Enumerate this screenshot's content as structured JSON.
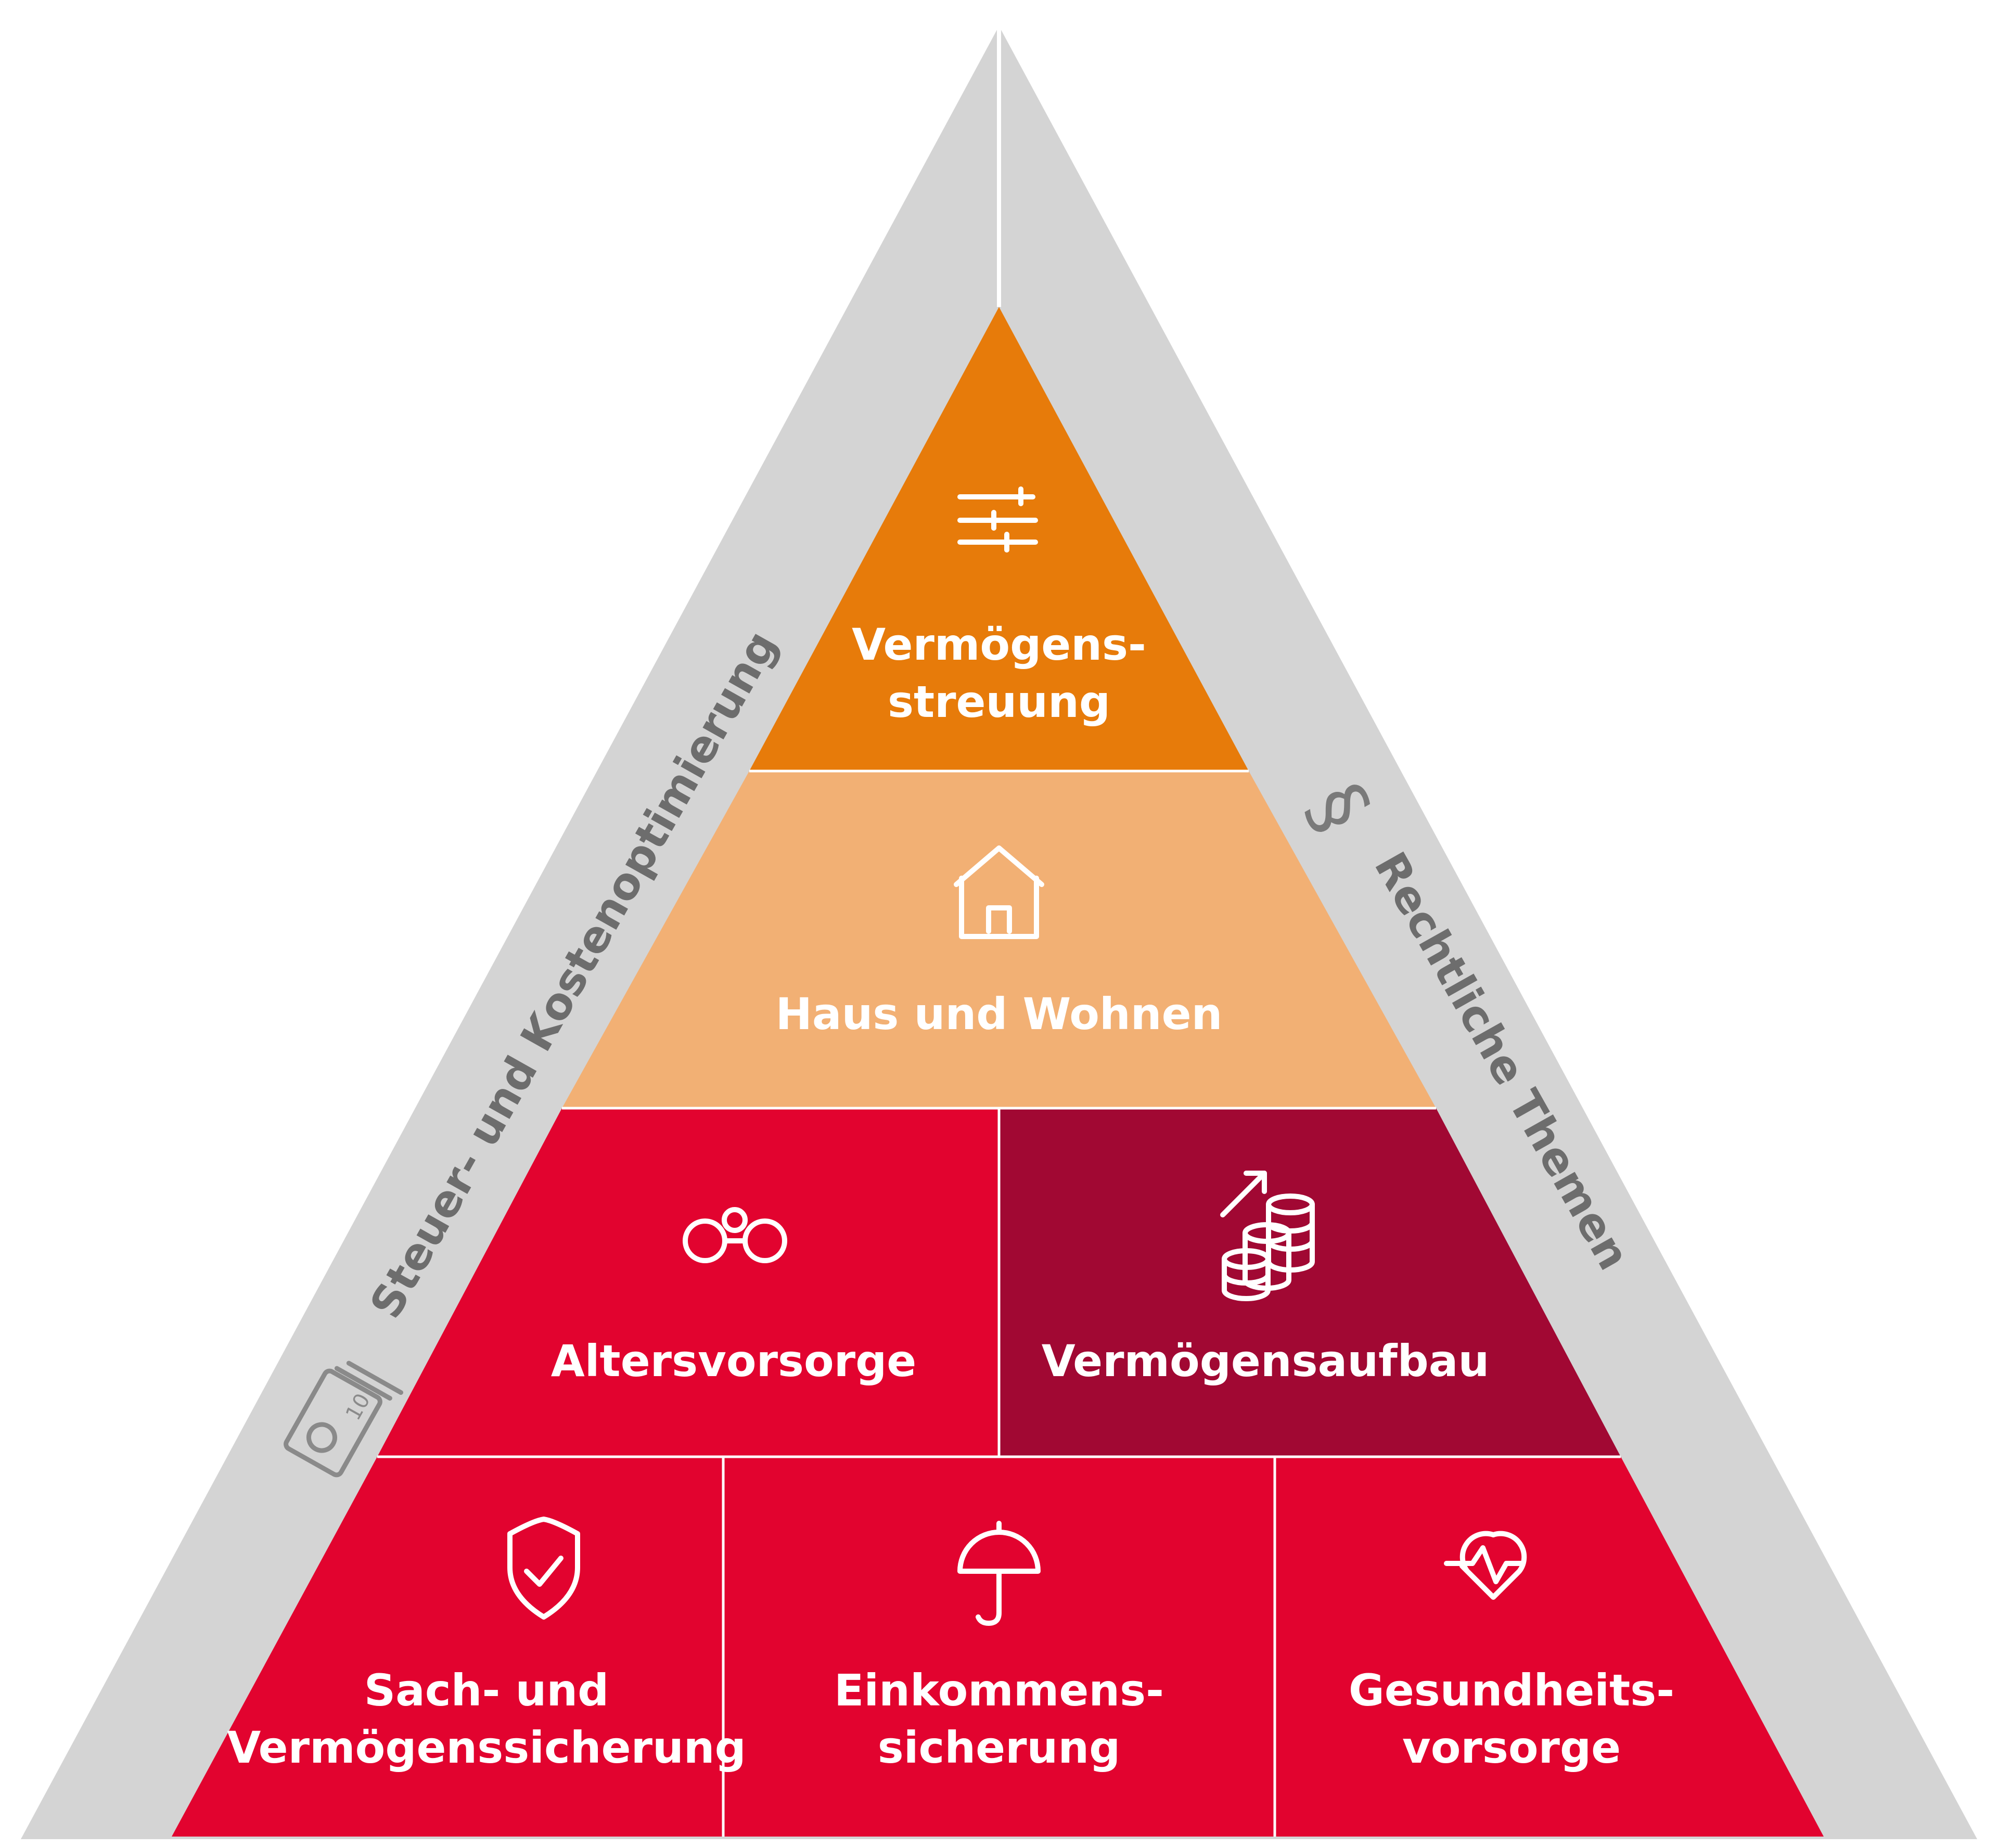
{
  "colors": {
    "outer": "#d4d4d4",
    "top": "#e77b0a",
    "upper": "#f2b074",
    "red": "#e2032f",
    "dark_red": "#a10833",
    "side_text": "#6d6d6d"
  },
  "sides": {
    "left_label": "Steuer- und Kostenoptimierung",
    "left_icon": "tax-document-icon",
    "left_icon_text": "10",
    "right_label": "Rechtliche Themen",
    "right_icon": "paragraph-icon",
    "right_icon_text": "§"
  },
  "levels": {
    "top": {
      "line1": "Vermögens-",
      "line2": "streuung",
      "icon": "sliders-icon"
    },
    "second": {
      "line1": "Haus und Wohnen",
      "icon": "house-icon"
    },
    "third": [
      {
        "line1": "Altersvorsorge",
        "icon": "binoculars-icon"
      },
      {
        "line1": "Vermögensaufbau",
        "icon": "coins-growth-icon"
      }
    ],
    "base": [
      {
        "line1": "Sach- und",
        "line2": "Vermögenssicherung",
        "icon": "shield-check-icon"
      },
      {
        "line1": "Einkommens-",
        "line2": "sicherung",
        "icon": "umbrella-icon"
      },
      {
        "line1": "Gesundheits-",
        "line2": "vorsorge",
        "icon": "heart-pulse-icon"
      }
    ]
  }
}
